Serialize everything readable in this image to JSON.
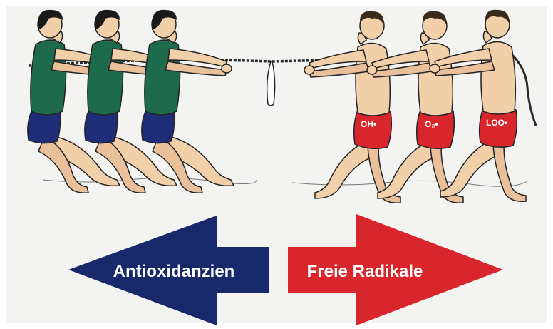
{
  "left_arrow": {
    "label": "Antioxidanzien",
    "color": "#17296b"
  },
  "right_arrow": {
    "label": "Freie Radikale",
    "color": "#d8262c"
  },
  "left_team": {
    "shirt_color": "#1e6a4c",
    "shorts_color": "#1f2c78"
  },
  "right_team": {
    "shorts_color": "#d8262c",
    "badges": [
      "OH•",
      "O₂•",
      "LOO•"
    ]
  },
  "icons": [
    "rope-icon",
    "knot-icon",
    "ground-icon"
  ]
}
